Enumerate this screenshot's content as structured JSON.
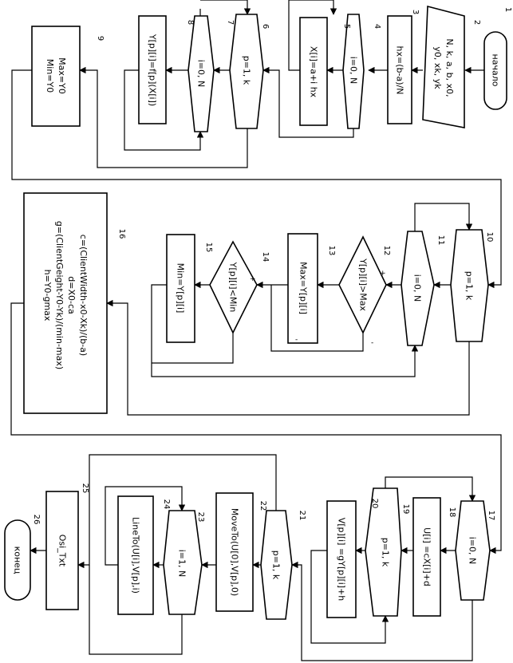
{
  "blocks": [
    {
      "id": "b1",
      "number": "1",
      "lines": [
        "начало"
      ]
    },
    {
      "id": "b2",
      "number": "2",
      "lines": [
        "N, k, a, b, x0,",
        "y0, xk, yk"
      ]
    },
    {
      "id": "b3",
      "number": "3",
      "lines": [
        "hx=(b-a)/N"
      ]
    },
    {
      "id": "b4",
      "number": "4",
      "lines": [
        "i=0, N"
      ]
    },
    {
      "id": "b5",
      "number": "5",
      "lines": [
        "X[i]=a+i hx"
      ]
    },
    {
      "id": "b6",
      "number": "6",
      "lines": [
        "p=1, k"
      ]
    },
    {
      "id": "b7",
      "number": "7",
      "lines": [
        "i=0, N"
      ]
    },
    {
      "id": "b8",
      "number": "8",
      "lines": [
        "Y[p][i]=f[p](X[i])"
      ]
    },
    {
      "id": "b9",
      "number": "9",
      "lines": [
        "Max=Y0",
        "Min=Y0"
      ]
    },
    {
      "id": "b10",
      "number": "10",
      "lines": [
        "p=1, k"
      ]
    },
    {
      "id": "b11",
      "number": "11",
      "lines": [
        "i=0, N"
      ]
    },
    {
      "id": "b12",
      "number": "12",
      "lines": [
        "Y[p][i]>Max"
      ]
    },
    {
      "id": "b13",
      "number": "13",
      "lines": [
        "Max=Y[p][i]"
      ]
    },
    {
      "id": "b14",
      "number": "14",
      "lines": [
        "Y[p][i]<Min"
      ]
    },
    {
      "id": "b15",
      "number": "15",
      "lines": [
        "Min=Y[p][i]"
      ]
    },
    {
      "id": "b16",
      "number": "16",
      "lines": [
        "c=(ClientWidth-x0-Xk)/(b-a)",
        "d=X0-ca",
        "g=(ClientGeight-Y0-Yk)/(min-max)",
        "h=Y0-gmax"
      ]
    },
    {
      "id": "b17",
      "number": "17",
      "lines": [
        "i=0, N"
      ]
    },
    {
      "id": "b18",
      "number": "18",
      "lines": [
        "U[i] =cX[i]+d"
      ]
    },
    {
      "id": "b19",
      "number": "19",
      "lines": [
        "p=1, k"
      ]
    },
    {
      "id": "b20",
      "number": "20",
      "lines": [
        "V[p][i] =gY[p][i]+h"
      ]
    },
    {
      "id": "b21",
      "number": "21",
      "lines": [
        "p=1, k"
      ]
    },
    {
      "id": "b22",
      "number": "22",
      "lines": [
        "MoveTo(U[0],V[p],0)"
      ]
    },
    {
      "id": "b23",
      "number": "23",
      "lines": [
        "i=1, N"
      ]
    },
    {
      "id": "b24",
      "number": "24",
      "lines": [
        "LineTo(U[i],V[p],i)"
      ]
    },
    {
      "id": "b25",
      "number": "25",
      "lines": [
        "Osi_Txt"
      ]
    },
    {
      "id": "b26",
      "number": "26",
      "lines": [
        "конец"
      ]
    }
  ],
  "decision_signs": {
    "yes": "+",
    "no": "-"
  }
}
